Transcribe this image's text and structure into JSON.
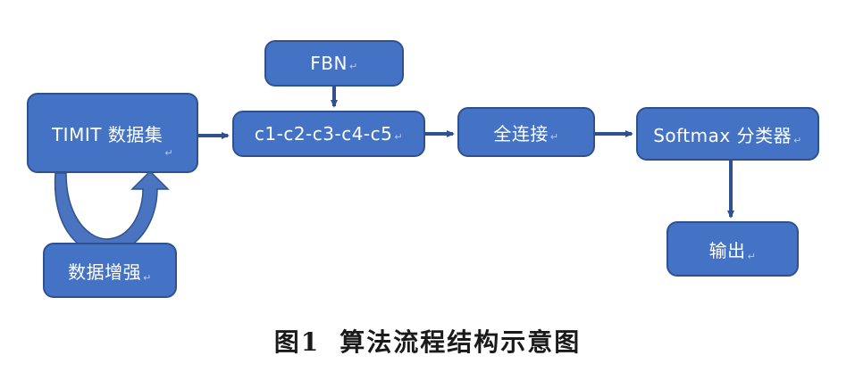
{
  "nodes": {
    "timit": {
      "label": "TIMIT 数据集"
    },
    "fbn": {
      "label": "FBN"
    },
    "conv": {
      "label": "c1-c2-c3-c4-c5"
    },
    "fc": {
      "label": "全连接"
    },
    "softmax": {
      "label": "Softmax 分类器"
    },
    "output": {
      "label": "输出"
    },
    "aug": {
      "label": "数据增强"
    }
  },
  "edges": [
    {
      "from": "timit",
      "to": "conv"
    },
    {
      "from": "fbn",
      "to": "conv"
    },
    {
      "from": "conv",
      "to": "fc"
    },
    {
      "from": "fc",
      "to": "softmax"
    },
    {
      "from": "softmax",
      "to": "output"
    },
    {
      "from": "aug",
      "to": "timit",
      "style": "loop"
    }
  ],
  "paragraph_mark": "↵",
  "caption": {
    "figure_label": "图1",
    "text": "算法流程结构示意图"
  },
  "colors": {
    "box_fill": "#4472c4",
    "box_border": "#2f528f",
    "arrow": "#2f528f",
    "loop_arrow": "#3a63ad"
  }
}
